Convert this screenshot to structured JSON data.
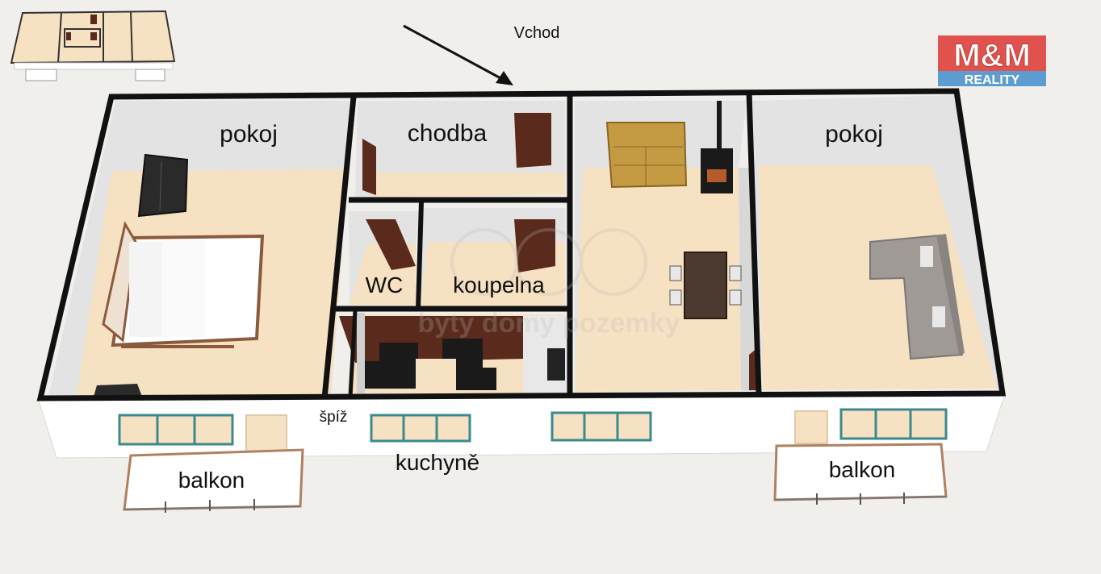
{
  "labels": {
    "entrance": "Vchod",
    "room_left": "pokoj",
    "hallway": "chodba",
    "wc": "WC",
    "bathroom": "koupelna",
    "room_right": "pokoj",
    "pantry": "špíž",
    "kitchen": "kuchyně",
    "balcony_left": "balkon",
    "balcony_right": "balkon"
  },
  "logo": {
    "brand": "M&M",
    "sub": "REALITY",
    "colors": {
      "brand": "#e0524d",
      "sub_bg": "#5d9cd0",
      "sub_text": "#ffffff"
    }
  },
  "watermark": "byty domy pozemky",
  "colors": {
    "floor": "#f6e1c2",
    "wall": "#111111",
    "wall_inner": "#e3e3e3",
    "facade": "#ffffff",
    "window_frame": "#3b8a8f",
    "door": "#5a2b1c",
    "background": "#f0efec"
  }
}
